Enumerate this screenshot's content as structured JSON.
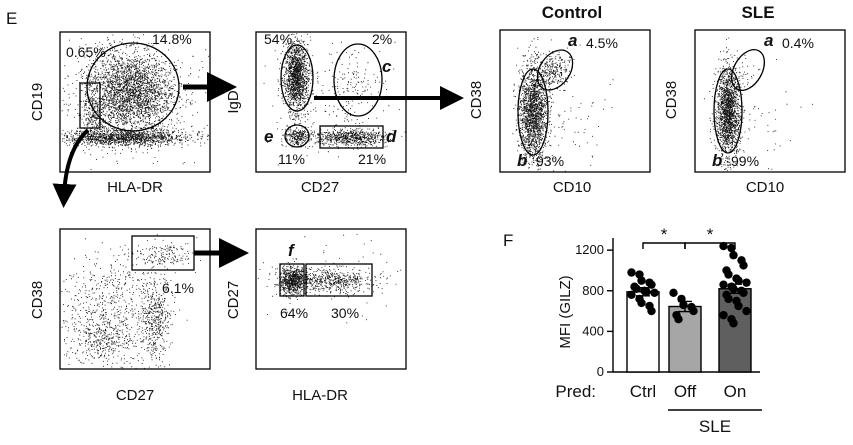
{
  "panel_e": {
    "label": "E",
    "plots": [
      {
        "id": "p1",
        "xlabel": "HLA-DR",
        "ylabel": "CD19",
        "gates": [
          {
            "id": "g1a",
            "percent": "0.65%"
          },
          {
            "id": "g1b",
            "percent": "14.8%"
          }
        ]
      },
      {
        "id": "p2",
        "xlabel": "CD27",
        "ylabel": "IgD",
        "gates": [
          {
            "id": "g2a",
            "percent": "54%",
            "letter": ""
          },
          {
            "id": "g2c",
            "percent": "2%",
            "letter": "c"
          },
          {
            "id": "g2e",
            "percent": "11%",
            "letter": "e"
          },
          {
            "id": "g2d",
            "percent": "21%",
            "letter": "d"
          }
        ]
      },
      {
        "id": "p3",
        "title": "Control",
        "xlabel": "CD10",
        "ylabel": "CD38",
        "gates": [
          {
            "id": "g3a",
            "percent": "4.5%",
            "letter": "a"
          },
          {
            "id": "g3b",
            "percent": "93%",
            "letter": "b"
          }
        ]
      },
      {
        "id": "p4",
        "title": "SLE",
        "xlabel": "CD10",
        "ylabel": "CD38",
        "gates": [
          {
            "id": "g4a",
            "percent": "0.4%",
            "letter": "a"
          },
          {
            "id": "g4b",
            "percent": "99%",
            "letter": "b"
          }
        ]
      },
      {
        "id": "p5",
        "xlabel": "CD27",
        "ylabel": "CD38",
        "gates": [
          {
            "id": "g5a",
            "percent": "6.1%"
          }
        ]
      },
      {
        "id": "p6",
        "xlabel": "HLA-DR",
        "ylabel": "CD27",
        "gates": [
          {
            "id": "g6f",
            "percent": "64%",
            "letter": "f"
          },
          {
            "id": "g6b",
            "percent": "30%"
          }
        ]
      }
    ]
  },
  "panel_f": {
    "label": "F",
    "chart_data": {
      "type": "bar",
      "ylabel": "MFI (GILZ)",
      "ylim": [
        0,
        1300
      ],
      "yticks": [
        0,
        400,
        800,
        1200
      ],
      "row_label": "Pred:",
      "categories": [
        "Ctrl",
        "Off",
        "On"
      ],
      "group_label": "SLE",
      "values": [
        790,
        645,
        820
      ],
      "errors": [
        40,
        50,
        45
      ],
      "bar_colors": [
        "#ffffff",
        "#a6a6a6",
        "#5f5f5f"
      ],
      "points": [
        [
          980,
          960,
          900,
          880,
          860,
          840,
          820,
          800,
          790,
          780,
          760,
          720,
          680,
          650,
          600
        ],
        [
          780,
          720,
          660,
          640,
          600,
          560,
          520
        ],
        [
          1240,
          1220,
          1150,
          1100,
          1050,
          1000,
          960,
          920,
          900,
          880,
          860,
          840,
          820,
          800,
          780,
          760,
          720,
          700,
          650,
          600,
          560,
          520,
          480
        ]
      ],
      "significance": [
        {
          "from": 0,
          "to": 1,
          "label": "*"
        },
        {
          "from": 1,
          "to": 2,
          "label": "*"
        }
      ]
    }
  }
}
